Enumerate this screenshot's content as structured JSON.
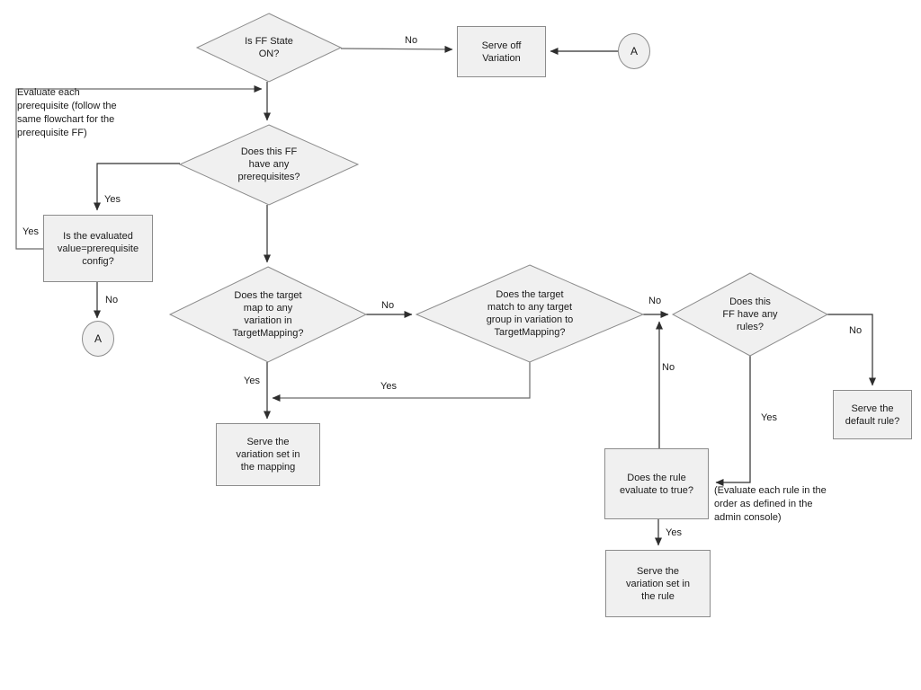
{
  "flowchart": {
    "nodes": {
      "ff_state": "Is FF State\nON?",
      "serve_off": "Serve off\nVariation",
      "prereqs": "Does this FF\nhave any\nprerequisites?",
      "eval_value": "Is the evaluated\nvalue=prerequisite\nconfig?",
      "target_map": "Does the target\nmap to any\nvariation in\nTargetMapping?",
      "target_group": "Does the target\nmatch to any target\ngroup in variation to\nTargetMapping?",
      "has_rules": "Does this\nFF have any\nrules?",
      "serve_mapping": "Serve the\nvariation set in\nthe mapping",
      "rule_true": "Does the rule\nevaluate to true?",
      "serve_default": "Serve the\ndefault rule?",
      "serve_rule": "Serve the\nvariation set in\nthe rule",
      "connector_a_top": "A",
      "connector_a_left": "A"
    },
    "notes": {
      "prereq_note": "Evaluate each\nprerequisite (follow the\nsame flowchart for the\nprerequisite FF)",
      "rule_order_note": "(Evaluate each rule in the\norder as defined in the\nadmin console)"
    },
    "edge_labels": {
      "no_off": "No",
      "yes_to_eval": "Yes",
      "yes_loop": "Yes",
      "no_to_a": "No",
      "no_map": "No",
      "no_group": "No",
      "no_rules": "No",
      "no_rule_false": "No",
      "yes_rules": "Yes",
      "yes_map": "Yes",
      "yes_group": "Yes",
      "yes_rule_true": "Yes"
    },
    "colors": {
      "background": "#ffffff",
      "shape_fill": "#f0f0f0",
      "shape_border": "#8c8c8c",
      "line": "#2e2e2e",
      "line_soft": "#6b6b6b",
      "text": "#1a1a1a"
    }
  }
}
